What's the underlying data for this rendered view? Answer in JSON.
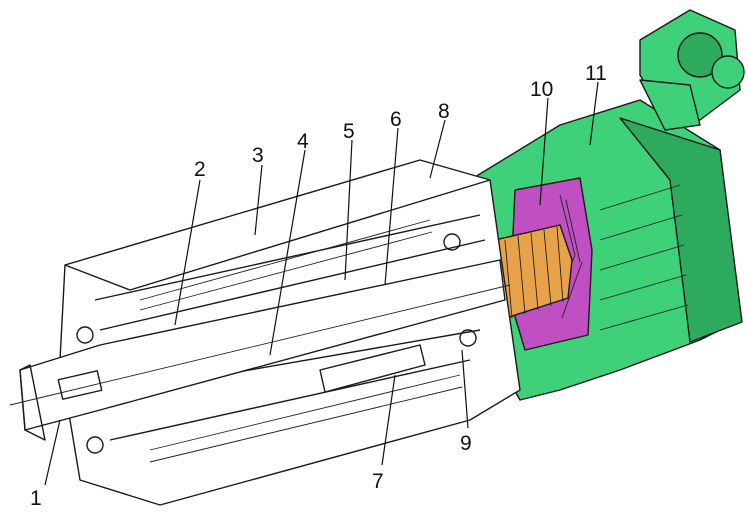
{
  "colors": {
    "motor_housing": "#3fd07a",
    "motor_housing_dark": "#2eaa5f",
    "stator": "#c04fc4",
    "rotor": "#e7a24a",
    "line": "#1a1a1a",
    "background": "#ffffff"
  },
  "callouts": {
    "c1": "1",
    "c2": "2",
    "c3": "3",
    "c4": "4",
    "c5": "5",
    "c6": "6",
    "c7": "7",
    "c8": "8",
    "c9": "9",
    "c10": "10",
    "c11": "11"
  }
}
